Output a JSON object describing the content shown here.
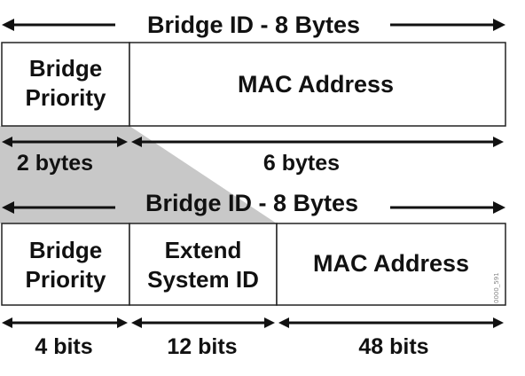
{
  "top": {
    "title": "Bridge ID - 8 Bytes",
    "fields": [
      {
        "label_line1": "Bridge",
        "label_line2": "Priority",
        "size": "2 bytes"
      },
      {
        "label": "MAC Address",
        "size": "6 bytes"
      }
    ]
  },
  "bottom": {
    "title": "Bridge ID - 8 Bytes",
    "fields": [
      {
        "label_line1": "Bridge",
        "label_line2": "Priority",
        "size": "4 bits"
      },
      {
        "label_line1": "Extend",
        "label_line2": "System ID",
        "size": "12 bits"
      },
      {
        "label": "MAC Address",
        "size": "48 bits"
      }
    ]
  },
  "watermark": "0000_591",
  "colors": {
    "shade": "#c8c8c8",
    "ink": "#111111",
    "box_border": "#222222"
  }
}
